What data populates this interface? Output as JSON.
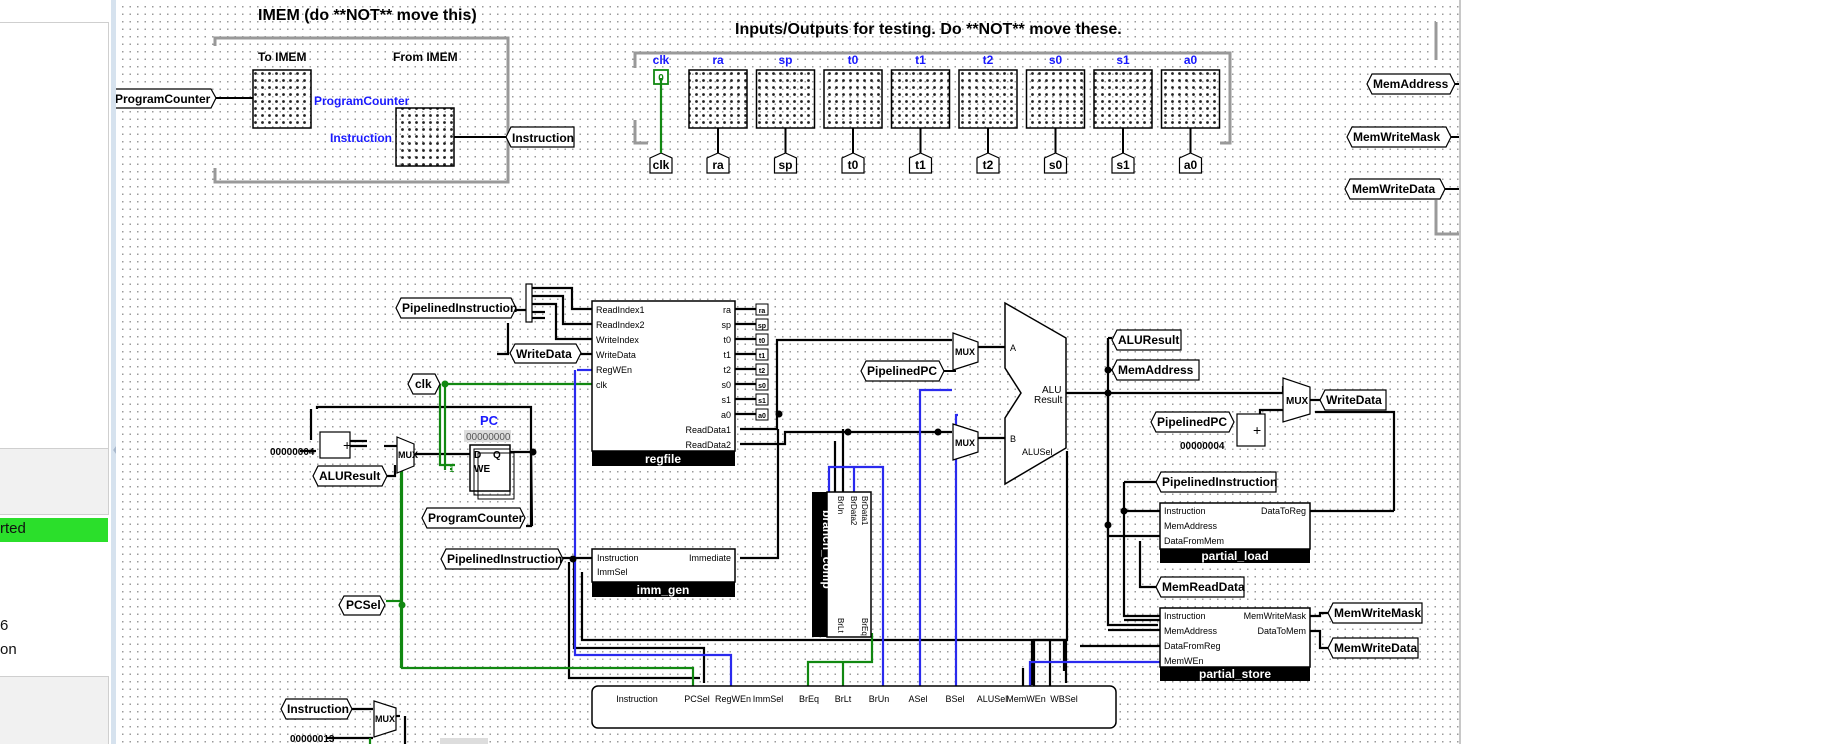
{
  "left_panel": {
    "status_text": "rted",
    "line_1": "6",
    "line_2": "on",
    "collapse_icon": "chevron-left-icon"
  },
  "imem_section": {
    "title": "IMEM (do **NOT** move this)",
    "to_imem": "To IMEM",
    "from_imem": "From IMEM",
    "pc_tunnel": "ProgramCounter",
    "pc_label": "ProgramCounter",
    "instr_label": "Instruction",
    "instr_tunnel": "Instruction"
  },
  "io_section": {
    "title": "Inputs/Outputs for testing. Do **NOT** move these.",
    "pins": [
      {
        "name": "clk",
        "value": "0"
      },
      {
        "name": "ra"
      },
      {
        "name": "sp"
      },
      {
        "name": "t0"
      },
      {
        "name": "t1"
      },
      {
        "name": "t2"
      },
      {
        "name": "s0"
      },
      {
        "name": "s1"
      },
      {
        "name": "a0"
      }
    ]
  },
  "dmem_tunnels": [
    "MemAddress",
    "MemWriteMask",
    "MemWriteData"
  ],
  "regfile": {
    "title": "regfile",
    "inputs": [
      "ReadIndex1",
      "ReadIndex2",
      "WriteIndex",
      "WriteData",
      "RegWEn",
      "clk"
    ],
    "outputs": [
      "ra",
      "sp",
      "t0",
      "t1",
      "t2",
      "s0",
      "s1",
      "a0",
      "ReadData1",
      "ReadData2"
    ],
    "tunnel_in_1": "PipelinedInstruction",
    "tunnel_in_2": "WriteData",
    "tunnel_in_3": "clk"
  },
  "pc_section": {
    "register_label": "PC",
    "register_value": "00000000",
    "const_4": "00000004",
    "alu_result": "ALUResult",
    "pc_out": "ProgramCounter",
    "pcsel": "PCSel",
    "reg_pins": [
      "D",
      "Q",
      "WE",
      "1"
    ]
  },
  "imm_gen": {
    "title": "imm_gen",
    "tunnel": "PipelinedInstruction",
    "inputs": [
      "Instruction",
      "ImmSel"
    ],
    "outputs": [
      "Immediate"
    ]
  },
  "branch_comp": {
    "title": "branch_comp",
    "inputs": [
      "BrData1",
      "BrData2",
      "BrUn"
    ],
    "outputs": [
      "BrEq",
      "BrLt"
    ]
  },
  "alu_section": {
    "pipelined_pc": "PipelinedPC",
    "alu_labels": [
      "A",
      "B",
      "ALU",
      "Result",
      "ALUSel"
    ],
    "mux_label": "MUX"
  },
  "writeback": {
    "alu_result": "ALUResult",
    "mem_address": "MemAddress",
    "pipelined_pc": "PipelinedPC",
    "write_data": "WriteData",
    "const_4": "00000004"
  },
  "partial_load": {
    "title": "partial_load",
    "tunnel_in": "PipelinedInstruction",
    "inputs": [
      "Instruction",
      "MemAddress",
      "DataFromMem"
    ],
    "outputs": [
      "DataToReg"
    ],
    "tunnel_out": "MemReadData"
  },
  "partial_store": {
    "title": "partial_store",
    "inputs": [
      "Instruction",
      "MemAddress",
      "DataFromReg",
      "MemWEn"
    ],
    "outputs": [
      "MemWriteMask",
      "DataToMem"
    ],
    "tunnel_out_1": "MemWriteMask",
    "tunnel_out_2": "MemWriteData"
  },
  "control_bar": {
    "labels": [
      "Instruction",
      "PCSel",
      "RegWEn",
      "ImmSel",
      "BrEq",
      "BrLt",
      "BrUn",
      "ASel",
      "BSel",
      "ALUSel",
      "MemWEn",
      "WBSel"
    ]
  },
  "bottom": {
    "instruction_tunnel": "Instruction",
    "const_13": "00000013",
    "mux_label": "MUX"
  }
}
